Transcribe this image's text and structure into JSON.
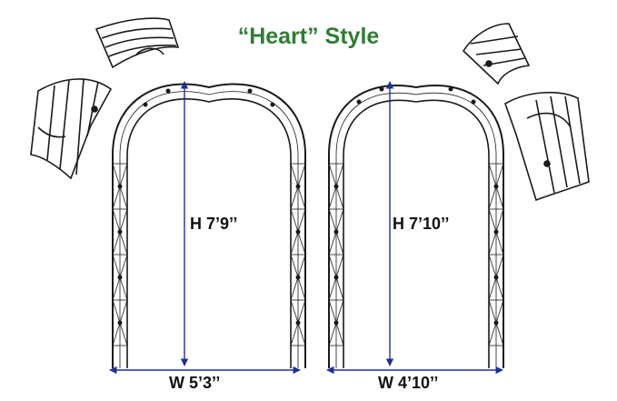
{
  "title": "“Heart” Style",
  "colors": {
    "title": "#2f7d32",
    "frame": "#1a1a1a",
    "dimension_line": "#1f2f9a"
  },
  "arches": [
    {
      "name": "left-arch",
      "height_label": "H 7’9’’",
      "width_label": "W 5’3’’"
    },
    {
      "name": "right-arch",
      "height_label": "H 7’10’’",
      "width_label": "W 4’10’’"
    }
  ],
  "accessories": [
    {
      "name": "curved-panel",
      "count": 4
    }
  ]
}
